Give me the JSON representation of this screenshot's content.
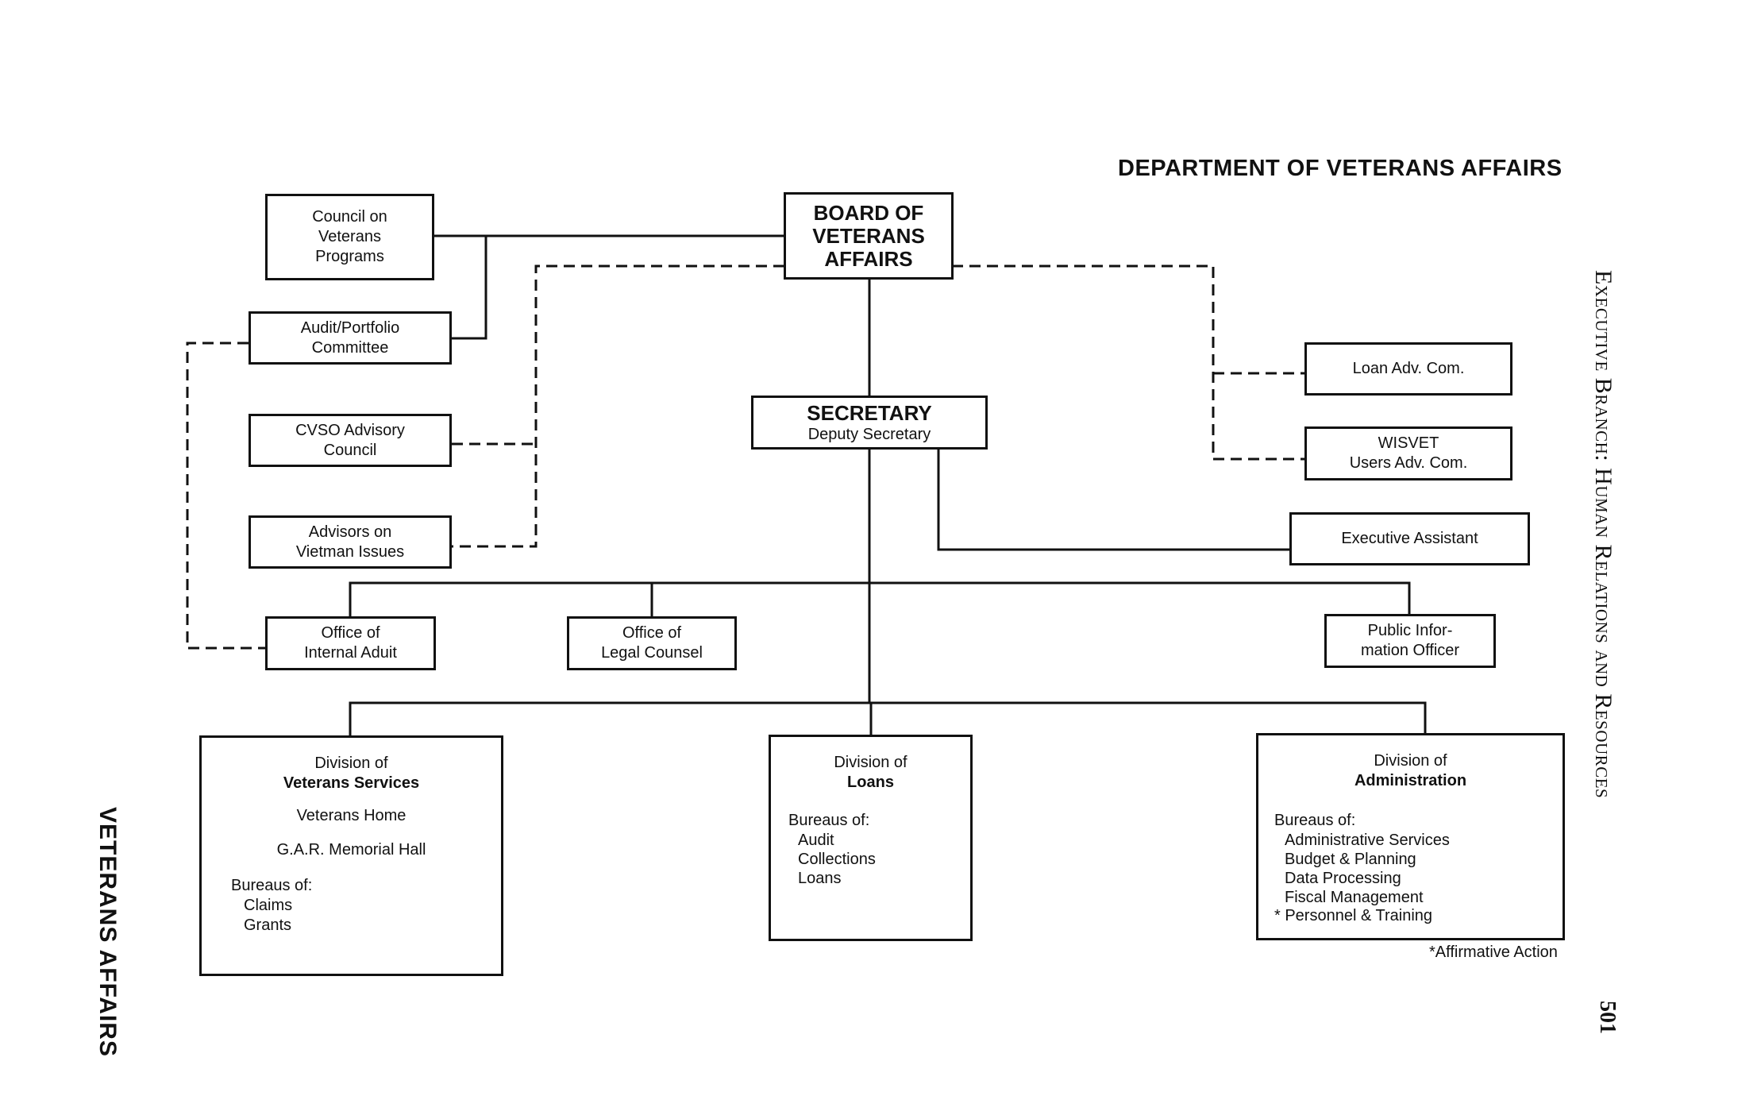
{
  "header": {
    "title": "DEPARTMENT OF VETERANS AFFAIRS",
    "side_label_left": "VETERANS AFFAIRS",
    "side_label_right_prefix": "Executive Branch: ",
    "side_label_right_main": "Human Relations and Resources",
    "page_number": "501"
  },
  "boxes": {
    "council": {
      "lines": [
        "Council on",
        "Veterans",
        "Programs"
      ]
    },
    "board": {
      "lines": [
        "BOARD OF",
        "VETERANS",
        "AFFAIRS"
      ]
    },
    "audit_committee": {
      "lines": [
        "Audit/Portfolio",
        "Committee"
      ]
    },
    "cvso": {
      "lines": [
        "CVSO Advisory",
        "Council"
      ]
    },
    "vietnam": {
      "lines": [
        "Advisors on",
        "Vietman Issues"
      ]
    },
    "secretary": {
      "title": "SECRETARY",
      "subtitle": "Deputy Secretary"
    },
    "loan_adv": {
      "lines": [
        "Loan Adv. Com."
      ]
    },
    "wisvet": {
      "lines": [
        "WISVET",
        "Users Adv. Com."
      ]
    },
    "exec_assistant": {
      "lines": [
        "Executive Assistant"
      ]
    },
    "internal_audit": {
      "lines": [
        "Office of",
        "Internal Aduit"
      ]
    },
    "legal": {
      "lines": [
        "Office of",
        "Legal Counsel"
      ]
    },
    "public_info": {
      "lines": [
        "Public Infor-",
        "mation Officer"
      ]
    }
  },
  "divisions": {
    "veterans_services": {
      "heading": "Division of",
      "name": "Veterans Services",
      "units": [
        "Veterans Home",
        "G.A.R. Memorial Hall"
      ],
      "bureaus_label": "Bureaus of:",
      "bureaus": [
        "Claims",
        "Grants"
      ]
    },
    "loans": {
      "heading": "Division of",
      "name": "Loans",
      "bureaus_label": "Bureaus of:",
      "bureaus": [
        "Audit",
        "Collections",
        "Loans"
      ]
    },
    "administration": {
      "heading": "Division of",
      "name": "Administration",
      "bureaus_label": "Bureaus of:",
      "bureaus": [
        "Administrative Services",
        "Budget & Planning",
        "Data Processing",
        "Fiscal Management",
        "* Personnel & Training"
      ]
    }
  },
  "footnote": "*Affirmative Action",
  "colors": {
    "ink": "#111111",
    "paper": "#ffffff"
  }
}
